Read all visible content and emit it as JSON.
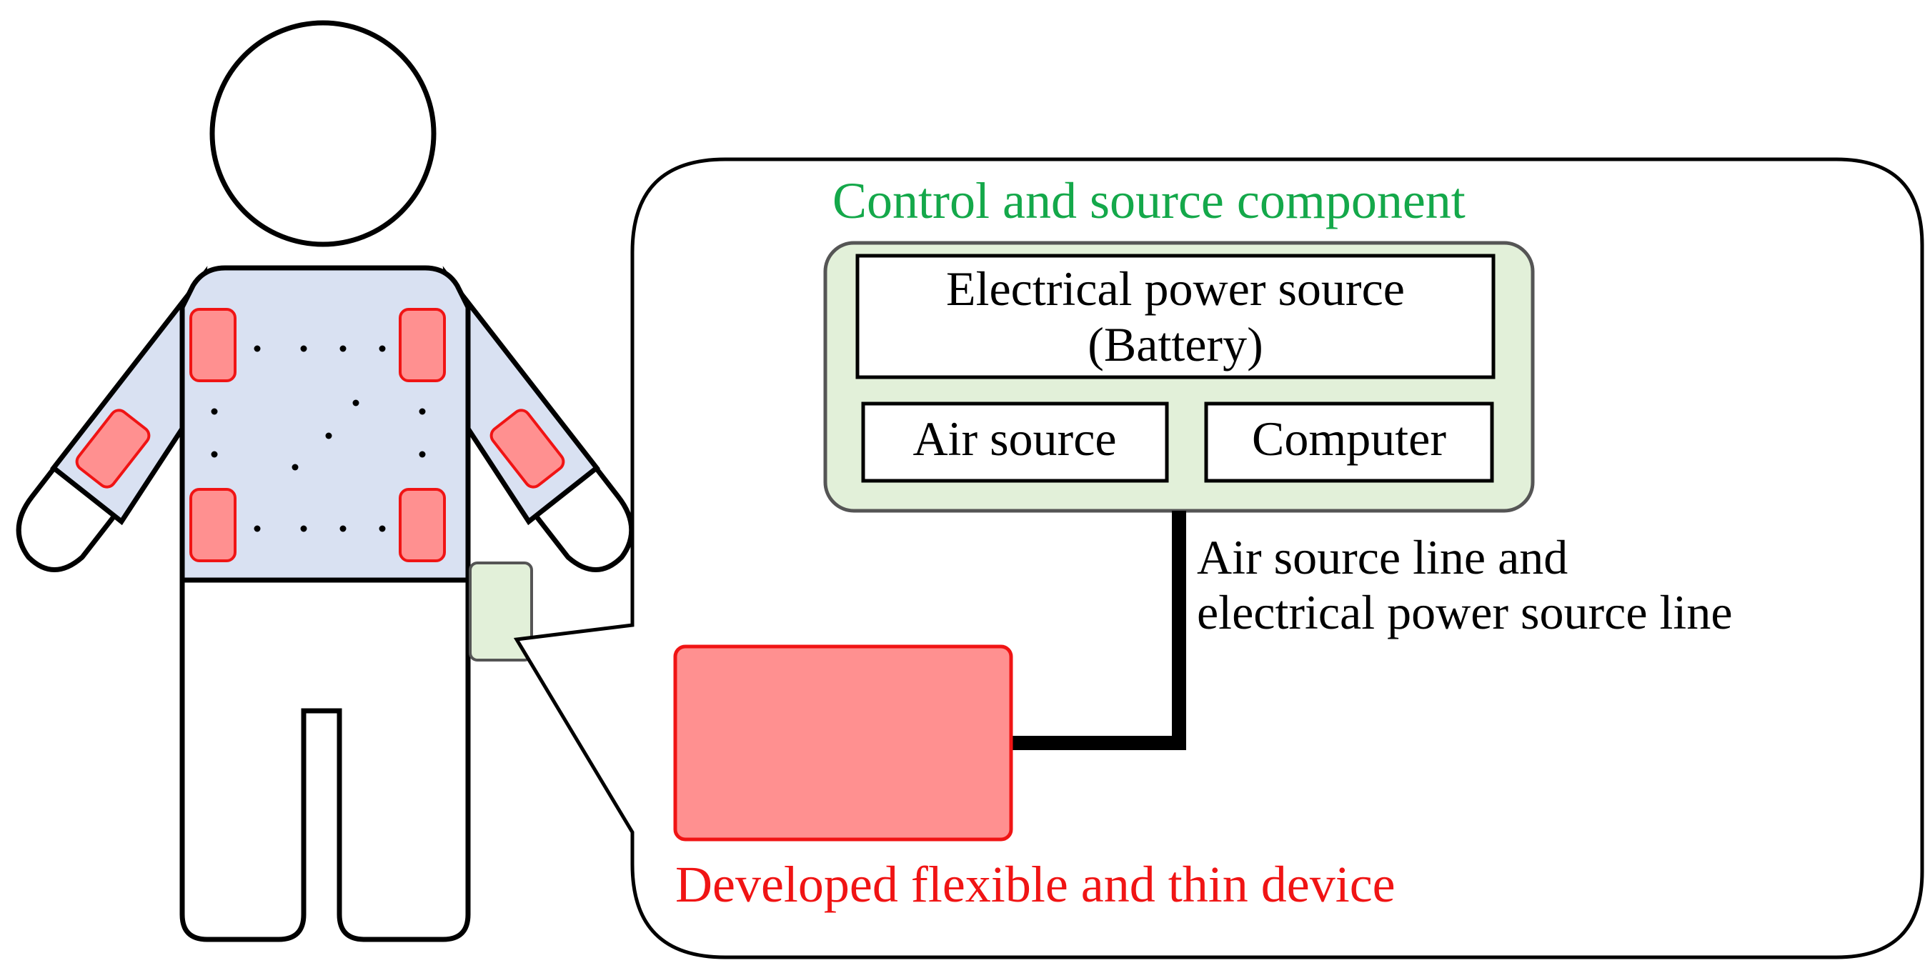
{
  "control_component": {
    "title": "Control and source component",
    "power_source_line1": "Electrical power source",
    "power_source_line2": "(Battery)",
    "air_source": "Air source",
    "computer": "Computer"
  },
  "connection": {
    "line1": "Air source line and",
    "line2": "electrical power source line"
  },
  "device": {
    "label": "Developed flexible and thin device"
  },
  "colors": {
    "green_text": "#14a84a",
    "red_text": "#f01414",
    "shirt_fill": "#d9e1f2",
    "device_fill": "#ff9090",
    "device_stroke": "#f01414",
    "control_fill": "#e2f0d9",
    "control_stroke": "#555555"
  }
}
